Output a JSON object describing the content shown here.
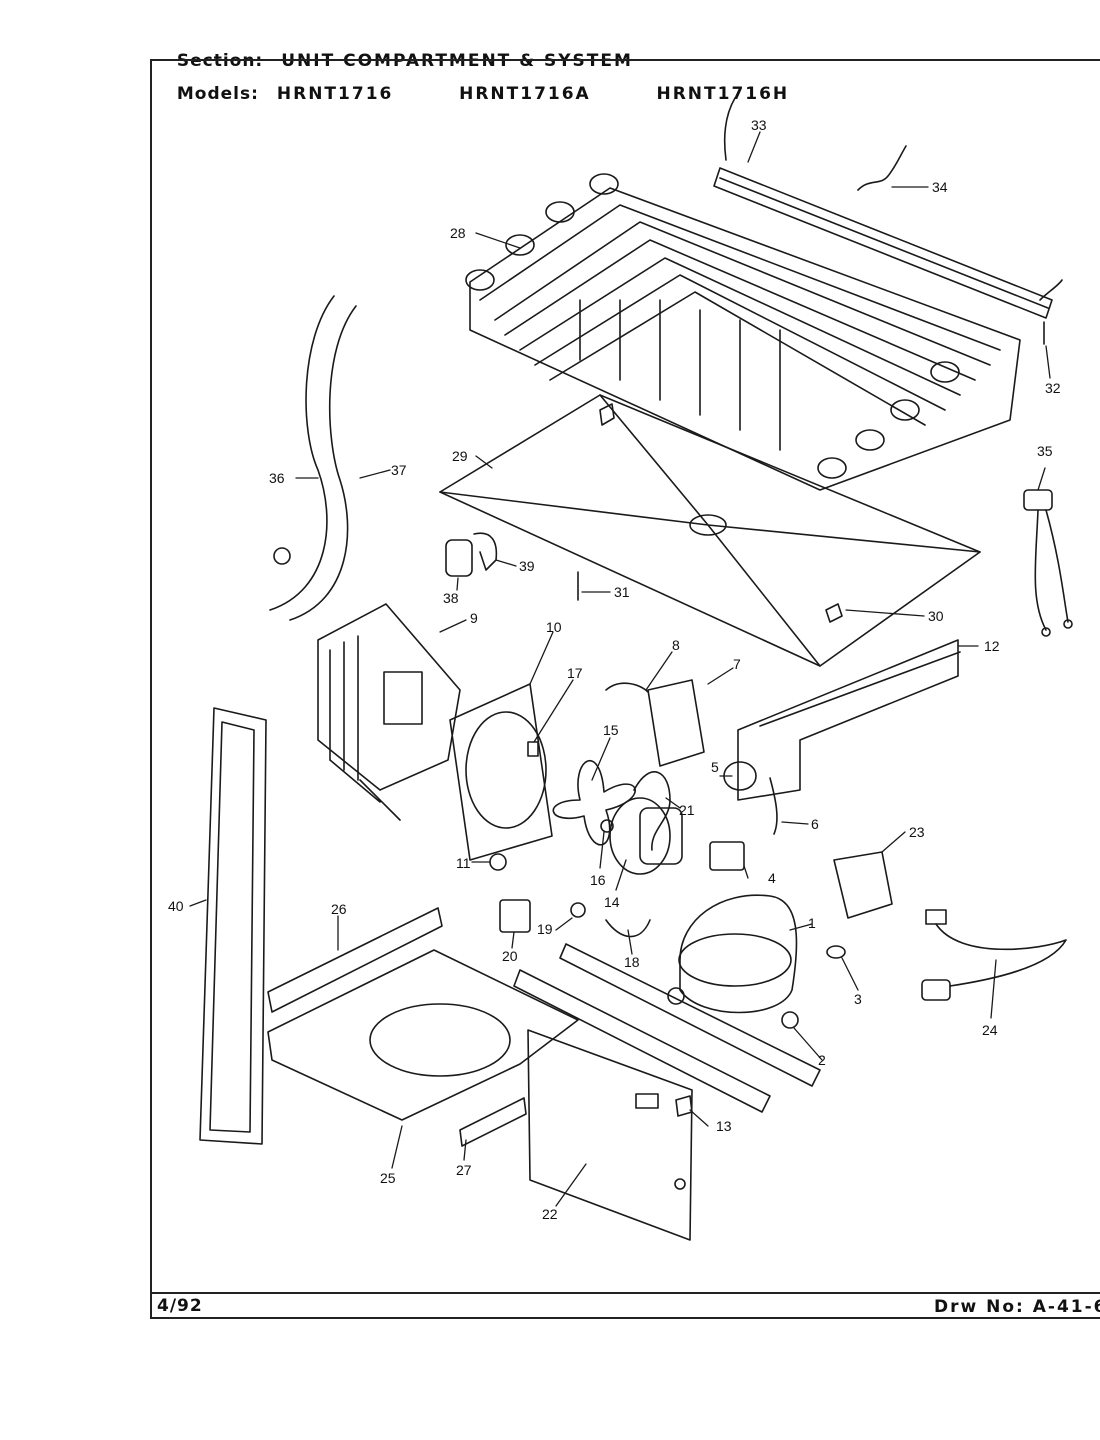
{
  "header": {
    "section_label": "Section:",
    "section_value": "UNIT COMPARTMENT & SYSTEM",
    "models_label": "Models:",
    "models_value": "HRNT1716   HRNT1716A   HRNT1716H"
  },
  "footer": {
    "date": "4/92",
    "drawing_number": "Drw No: A-41-6"
  },
  "callouts": [
    "1",
    "2",
    "3",
    "4",
    "5",
    "6",
    "7",
    "8",
    "9",
    "10",
    "11",
    "12",
    "13",
    "14",
    "15",
    "16",
    "17",
    "18",
    "19",
    "20",
    "21",
    "22",
    "23",
    "24",
    "25",
    "26",
    "27",
    "28",
    "29",
    "30",
    "31",
    "32",
    "33",
    "34",
    "35",
    "36",
    "37",
    "38",
    "39",
    "40"
  ]
}
